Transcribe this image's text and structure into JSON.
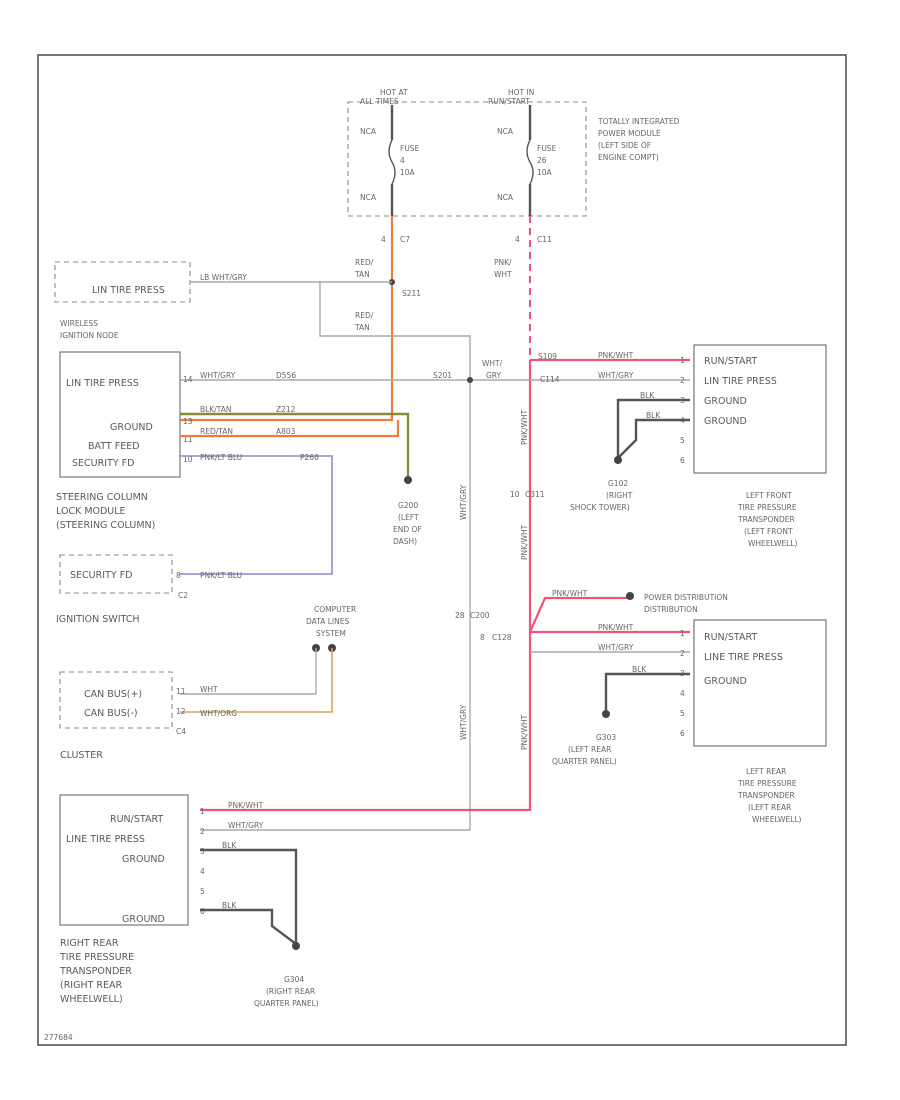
{
  "tipm": {
    "hot_at_all_times": [
      "HOT AT",
      "ALL TIMES"
    ],
    "hot_in_run_start": [
      "HOT IN",
      "RUN/START"
    ],
    "nca": "NCA",
    "fuse_a": [
      "FUSE",
      "4",
      "10A"
    ],
    "fuse_b": [
      "FUSE",
      "26",
      "10A"
    ],
    "name": [
      "TOTALLY INTEGRATED",
      "POWER MODULE",
      "(LEFT SIDE OF",
      "ENGINE COMPT)"
    ],
    "pin_a": "4",
    "conn_a": "C7",
    "pin_b": "4",
    "conn_b": "C11"
  },
  "splices": {
    "s211": "S211",
    "s201": "S201",
    "s109": "S109",
    "c114": "C114",
    "c311": "C311",
    "c200": "C200",
    "c128": "C128",
    "s109_pin": "10",
    "c200_pin": "28",
    "s128_pin": "8"
  },
  "wires": {
    "red_tan": [
      "RED/",
      "TAN"
    ],
    "pnk_wht": [
      "PNK/",
      "WHT"
    ],
    "wht_gry": [
      "WHT/",
      "GRY"
    ],
    "lb_wht_gry": "LB WHT/GRY",
    "d556": "D556",
    "blk_tan": "BLK/TAN",
    "z212": "Z212",
    "red_tan_a": "RED/TAN",
    "a803": "A803",
    "pnk_lt_blu": "PNK/LT BLU",
    "p260": "P260",
    "pnk_wht_w": "PNK/WHT",
    "wht_gry_w": "WHT/GRY",
    "blk": "BLK",
    "wht": "WHT",
    "wht_org": "WHT/ORG"
  },
  "wireless_module": {
    "title": [
      "WIRELESS",
      "IGNITION NODE"
    ],
    "lin_tire_press": "LIN TIRE PRESS",
    "ground": "GROUND",
    "batt_feed": "BATT FEED",
    "security_fd": "SECURITY FD",
    "pins": [
      "14",
      "13",
      "11",
      "10"
    ]
  },
  "lin_box": {
    "label": "LIN TIRE PRESS"
  },
  "steering": {
    "name": [
      "STEERING COLUMN",
      "LOCK MODULE",
      "(STEERING COLUMN)"
    ]
  },
  "g200": {
    "name": [
      "G200",
      "(LEFT",
      "END OF",
      "DASH)"
    ]
  },
  "ignition": {
    "label": "SECURITY FD",
    "pin": "8",
    "conn": "C2",
    "name": "IGNITION SWITCH"
  },
  "computer_lines": {
    "name": [
      "COMPUTER",
      "DATA LINES",
      "SYSTEM"
    ]
  },
  "cluster": {
    "can_c_plus": "CAN BUS(+)",
    "can_c_minus": "CAN BUS(-)",
    "pins": [
      "11",
      "12"
    ],
    "conn": "C4",
    "name": "CLUSTER"
  },
  "lf_tpm": {
    "lines": [
      "RUN/START",
      "LIN TIRE PRESS",
      "GROUND",
      "GROUND"
    ],
    "pins": [
      "1",
      "2",
      "3",
      "4",
      "5",
      "6"
    ],
    "name": [
      "LEFT FRONT",
      "TIRE PRESSURE",
      "TRANSPONDER",
      "(LEFT FRONT",
      "WHEELWELL)"
    ]
  },
  "g102": {
    "name": [
      "G102",
      "(RIGHT",
      "SHOCK TOWER)"
    ]
  },
  "power_dist": {
    "name": [
      "POWER DISTRIBUTION",
      "DISTRIBUTION"
    ]
  },
  "lr_tpm": {
    "lines": [
      "RUN/START",
      "LINE TIRE PRESS",
      "GROUND"
    ],
    "pins": [
      "1",
      "2",
      "3",
      "4",
      "5",
      "6"
    ],
    "name": [
      "LEFT REAR",
      "TIRE PRESSURE",
      "TRANSPONDER",
      "(LEFT REAR",
      "WHEELWELL)"
    ]
  },
  "g303": {
    "name": [
      "G303",
      "(LEFT REAR",
      "QUARTER PANEL)"
    ]
  },
  "rr_tpm": {
    "lines": [
      "RUN/START",
      "LINE TIRE PRESS",
      "GROUND",
      "GROUND"
    ],
    "pins": [
      "1",
      "2",
      "3",
      "4",
      "5",
      "6"
    ],
    "name": [
      "RIGHT REAR",
      "TIRE PRESSURE",
      "TRANSPONDER",
      "(RIGHT REAR",
      "WHEELWELL)"
    ]
  },
  "g304": {
    "name": [
      "G304",
      "(RIGHT REAR",
      "QUARTER PANEL)"
    ]
  },
  "footer": {
    "code": "277684"
  }
}
